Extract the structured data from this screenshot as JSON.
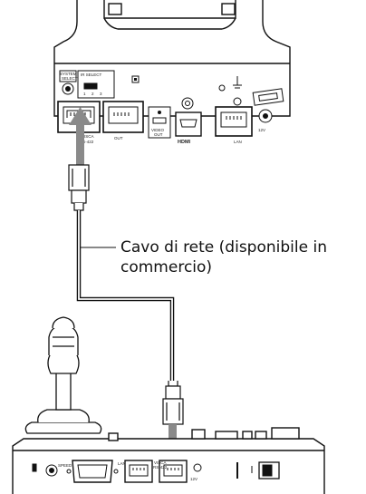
{
  "camera": {
    "system_select": [
      "SYSTEM",
      "SELECT"
    ],
    "ir_select": "IR SELECT",
    "ir_numbers": [
      "1",
      "2",
      "3"
    ],
    "visca_port": [
      "VISCA",
      "RS-422"
    ],
    "out_port": "OUT",
    "video_out": [
      "VIDEO",
      "OUT"
    ],
    "hdmi": "HDMI",
    "lan": "LAN",
    "dc_in": "12V"
  },
  "controller": {
    "speed": "SPEED",
    "lan": "LAN",
    "visca": [
      "VISCA",
      "RS-422"
    ],
    "dc_in": "12V"
  },
  "callout": {
    "line1": "Cavo di rete (disponibile in",
    "line2": "commercio)"
  }
}
